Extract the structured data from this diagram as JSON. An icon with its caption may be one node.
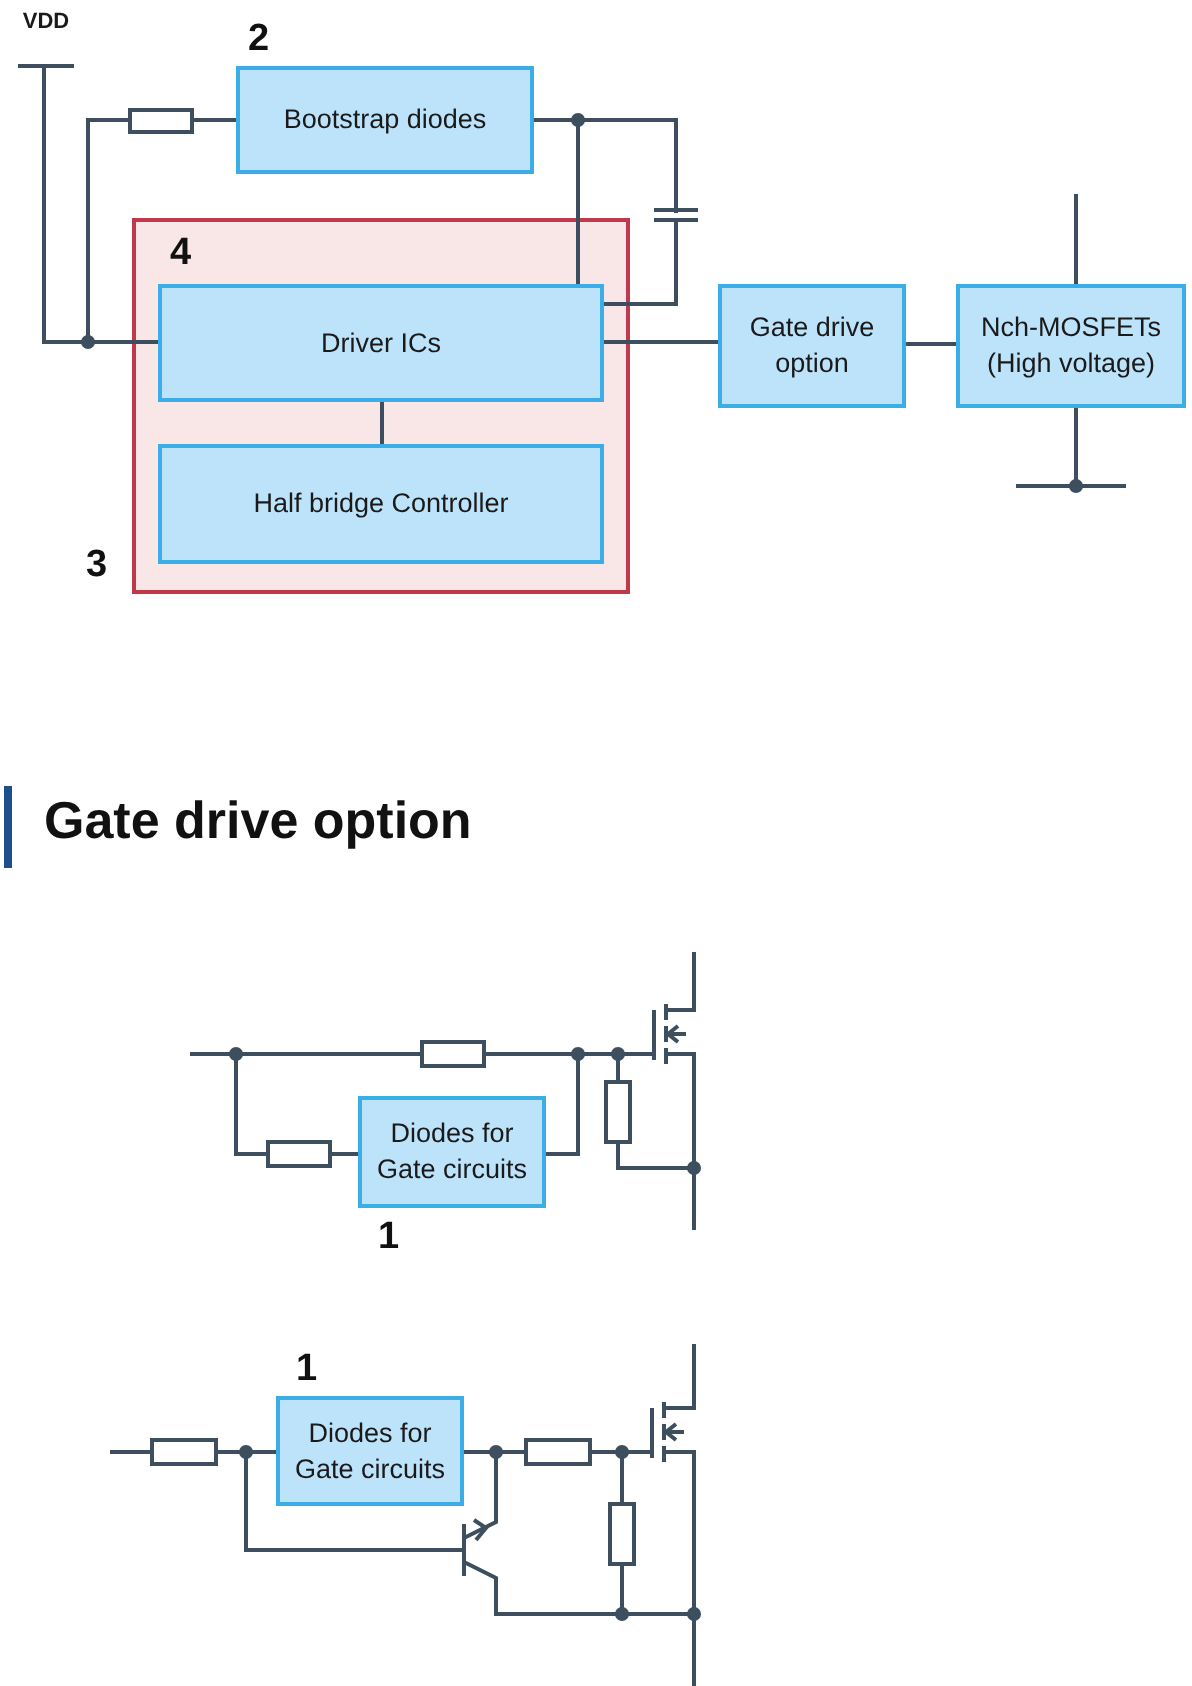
{
  "diagram": {
    "title": "Gate drive option",
    "nodes": [
      {
        "text": [
          "VDD"
        ]
      },
      {
        "text": [
          "Bootstrap diodes"
        ],
        "beside": [
          "2"
        ]
      },
      {
        "text": [],
        "shape": "box",
        "beside": [
          "3"
        ]
      },
      {
        "text": [
          "Driver ICs"
        ],
        "in": 2
      },
      {
        "text": [
          "Half bridge Controller"
        ],
        "in": 2
      },
      {
        "text": [
          "Gate drive option"
        ]
      },
      {
        "text": [
          "Nch-MOSFETs (High voltage)"
        ]
      },
      {
        "text": [
          "Diodes for Gate circuits"
        ],
        "beside": [
          "1"
        ]
      },
      {
        "text": [
          "Diodes for Gate circuits"
        ],
        "beside": [
          "1"
        ]
      }
    ],
    "edges": [
      {
        "from": 0,
        "to": 3,
        "arrow": "none"
      },
      {
        "from": 0,
        "to": 1,
        "arrow": "none"
      },
      {
        "from": 1,
        "to": 3,
        "arrow": "none"
      },
      {
        "from": 1,
        "to": 3,
        "arrow": "none"
      },
      {
        "from": 3,
        "to": 4,
        "arrow": "none"
      },
      {
        "from": 3,
        "to": 5,
        "arrow": "none"
      },
      {
        "from": 5,
        "to": 6,
        "arrow": "none"
      }
    ],
    "labels": [
      "4"
    ]
  }
}
